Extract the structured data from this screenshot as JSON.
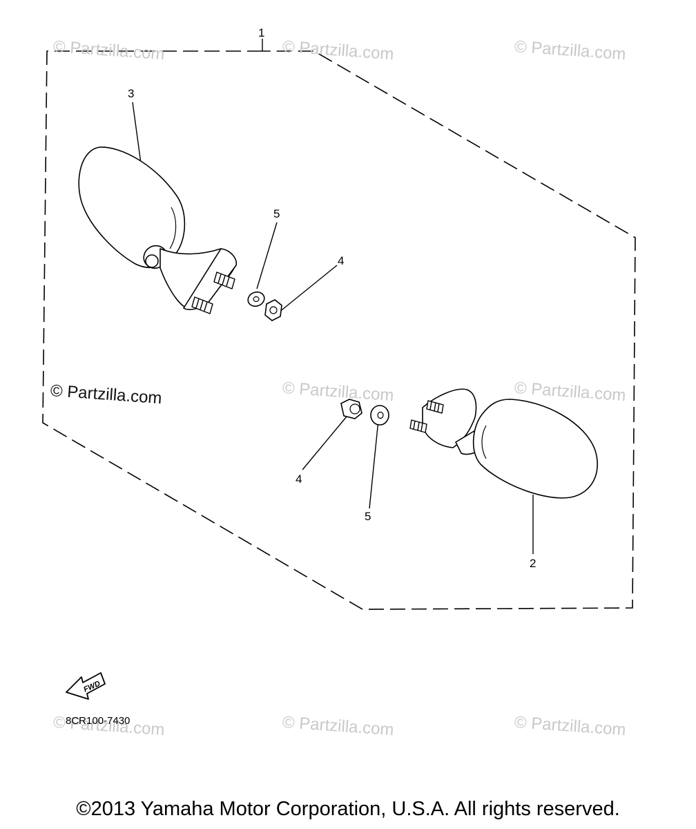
{
  "callouts": {
    "c1": "1",
    "c2": "2",
    "c3": "3",
    "c4a": "4",
    "c4b": "4",
    "c5a": "5",
    "c5b": "5"
  },
  "fwd_label": "FWD",
  "part_code": "8CR100-7430",
  "watermark_text": "© Partzilla.com",
  "copyright": "©2013 Yamaha Motor Corporation, U.S.A. All rights reserved."
}
